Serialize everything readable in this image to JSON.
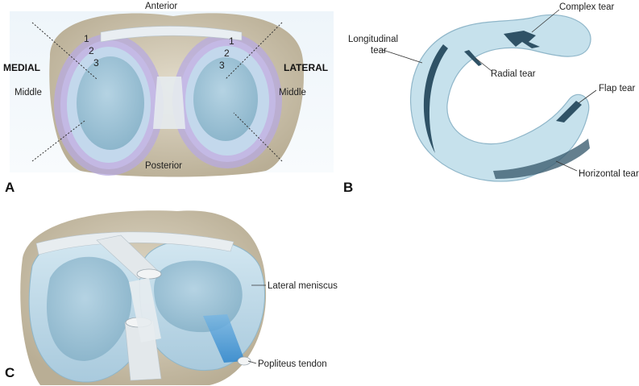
{
  "panel_a": {
    "letter": "A",
    "anterior": "Anterior",
    "posterior": "Posterior",
    "medial": "MEDIAL",
    "lateral": "LATERAL",
    "middle_left": "Middle",
    "middle_right": "Middle",
    "zones_left": [
      "1",
      "2",
      "3"
    ],
    "zones_right": [
      "1",
      "2",
      "3"
    ]
  },
  "panel_b": {
    "letter": "B",
    "complex_tear": "Complex tear",
    "longitudinal_tear_line1": "Longitudinal",
    "longitudinal_tear_line2": "tear",
    "radial_tear": "Radial tear",
    "flap_tear": "Flap tear",
    "horizontal_tear": "Horizontal tear"
  },
  "panel_c": {
    "letter": "C",
    "lateral_meniscus": "Lateral meniscus",
    "popliteus_tendon": "Popliteus tendon"
  },
  "colors": {
    "meniscus": "#bcd9e8",
    "meniscus_dark": "#8fb7cc",
    "tibia": "#cfc6b1",
    "zone_purple": "#a99bd8",
    "tendon_blue": "#3d8fd0"
  }
}
